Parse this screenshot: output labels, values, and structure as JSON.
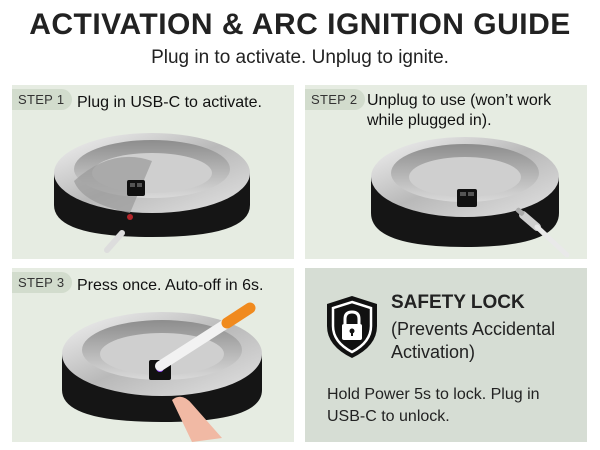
{
  "header": {
    "title": "ACTIVATION & ARC IGNITION GUIDE",
    "subtitle": "Plug in to activate. Unplug to ignite."
  },
  "steps": [
    {
      "badge": "STEP 1",
      "text": "Plug in USB-C to activate."
    },
    {
      "badge": "STEP 2",
      "text": "Unplug to use (won’t work while plugged in)."
    },
    {
      "badge": "STEP 3",
      "text": "Press once. Auto-off in 6s."
    }
  ],
  "safety": {
    "title": "SAFETY LOCK",
    "subtitle": "(Prevents Accidental Activation)",
    "body": "Hold Power 5s to lock. Plug in USB-C to unlock."
  },
  "colors": {
    "panel_bg": "#e6ece2",
    "safety_bg": "#d6ddd4",
    "cigarette_filter": "#f08a1e"
  },
  "icons": [
    "shield-lock-icon",
    "usb-c-cable-icon",
    "finger-icon"
  ]
}
